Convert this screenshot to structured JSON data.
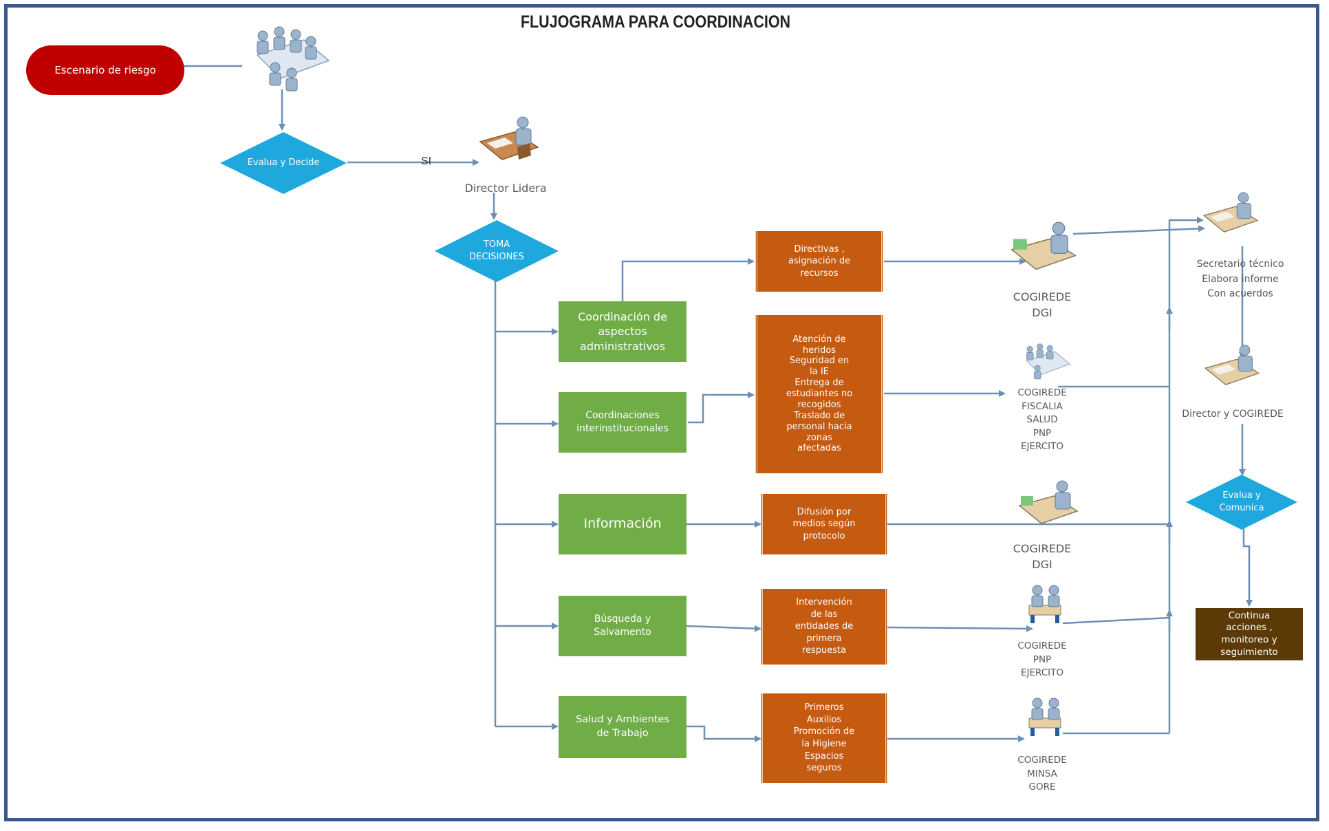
{
  "title": "FLUJOGRAMA PARA COORDINACION",
  "colors": {
    "frame": "#3b5a88",
    "connector": "#6d8fb5",
    "start": "#c00000",
    "decision": "#1ea8de",
    "category": "#70ad47",
    "action": "#c55a11",
    "end": "#5b3a07"
  },
  "nodes": {
    "start": "Escenario de riesgo",
    "evalua_decide": "Evalua y Decide",
    "si_label": "SI",
    "director_lidera": "Director Lidera",
    "toma_decisiones": "TOMA\nDECISIONES",
    "cat_admin": "Coordinación de\naspectos\nadministrativos",
    "cat_inter": "Coordinaciones\ninterinstitucionales",
    "cat_info": "Información",
    "cat_busqueda": "Búsqueda y\nSalvamento",
    "cat_salud": "Salud y Ambientes\nde Trabajo",
    "act_directivas": "Directivas ,\nasignación de\nrecursos",
    "act_atencion": "Atención de\nheridos\nSeguridad en\nla IE\nEntrega de\nestudiantes no\nrecogidos\nTraslado de\npersonal hacia\nzonas\nafectadas",
    "act_difusion": "Difusión por\nmedios según\nprotocolo",
    "act_intervencion": "Intervención\nde las\nentidades de\nprimera\nrespuesta",
    "act_primeros": "Primeros\nAuxilios\nPromoción de\nla Higiene\nEspacios\nseguros",
    "ent_dgi1": "COGIREDE\nDGI",
    "ent_fiscalia": "COGIREDE\nFISCALIA\nSALUD\nPNP\nEJERCITO",
    "ent_dgi2": "COGIREDE\nDGI",
    "ent_pnp": "COGIREDE\nPNP\nEJERCITO",
    "ent_minsa": "COGIREDE\nMINSA\nGORE",
    "secretario": "Secretario técnico\nElabora informe\nCon acuerdos",
    "director_cogirede": "Director y COGIREDE",
    "evalua_comunica": "Evalua y\nComunica",
    "continua": "Continua\nacciones ,\nmonitoreo y\nseguimiento"
  },
  "icons": [
    "meeting-icon",
    "desk-worker-icon",
    "meeting-icon",
    "desk-worker-icon",
    "table-meeting-icon",
    "table-meeting-icon",
    "desk-worker-icon",
    "desk-worker-icon"
  ]
}
